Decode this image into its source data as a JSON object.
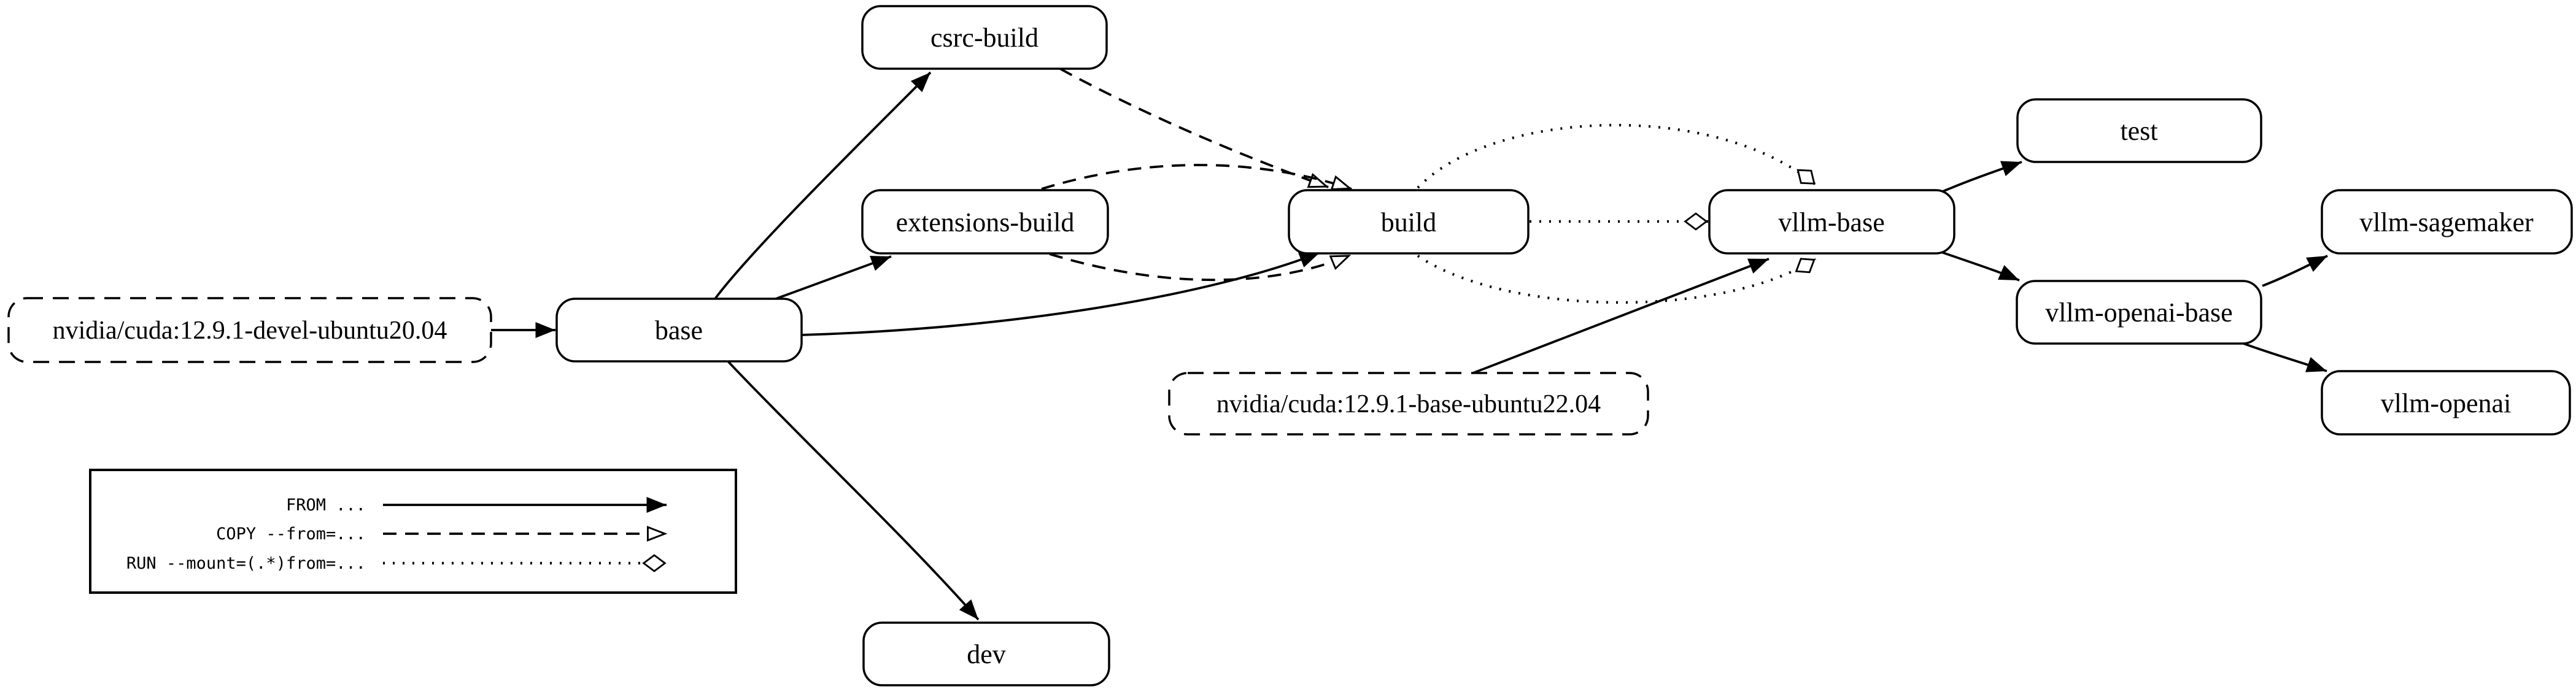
{
  "diagram": {
    "type": "dockerfile-build-stage-graph",
    "colors": {
      "background": "#ffffff",
      "stroke": "#000000",
      "node_fill": "#ffffff",
      "highlight_fill": "#e6e6e6"
    },
    "nodes": {
      "cuda_devel": {
        "label": "nvidia/cuda:12.9.1-devel-ubuntu20.04",
        "style": "dashed"
      },
      "base": {
        "label": "base",
        "style": "solid"
      },
      "csrc_build": {
        "label": "csrc-build",
        "style": "solid"
      },
      "extensions_build": {
        "label": "extensions-build",
        "style": "solid"
      },
      "build": {
        "label": "build",
        "style": "solid"
      },
      "cuda_base": {
        "label": "nvidia/cuda:12.9.1-base-ubuntu22.04",
        "style": "dashed"
      },
      "vllm_base": {
        "label": "vllm-base",
        "style": "solid"
      },
      "test": {
        "label": "test",
        "style": "solid"
      },
      "vllm_sagemaker": {
        "label": "vllm-sagemaker",
        "style": "solid"
      },
      "vllm_openai_base": {
        "label": "vllm-openai-base",
        "style": "solid"
      },
      "vllm_openai": {
        "label": "vllm-openai",
        "style": "solid",
        "fill": "#e6e6e6"
      },
      "dev": {
        "label": "dev",
        "style": "solid"
      }
    },
    "edges": [
      {
        "from": "nvidia/cuda:12.9.1-devel-ubuntu20.04",
        "to": "base",
        "type": "FROM"
      },
      {
        "from": "base",
        "to": "csrc-build",
        "type": "FROM"
      },
      {
        "from": "base",
        "to": "extensions-build",
        "type": "FROM"
      },
      {
        "from": "base",
        "to": "build",
        "type": "FROM"
      },
      {
        "from": "base",
        "to": "dev",
        "type": "FROM"
      },
      {
        "from": "csrc-build",
        "to": "build",
        "type": "COPY --from="
      },
      {
        "from": "extensions-build",
        "to": "build",
        "type": "COPY --from="
      },
      {
        "from": "extensions-build",
        "to": "build",
        "type": "COPY --from="
      },
      {
        "from": "build",
        "to": "vllm-base",
        "type": "RUN --mount=(.*)from="
      },
      {
        "from": "build",
        "to": "vllm-base",
        "type": "RUN --mount=(.*)from="
      },
      {
        "from": "build",
        "to": "vllm-base",
        "type": "RUN --mount=(.*)from="
      },
      {
        "from": "nvidia/cuda:12.9.1-base-ubuntu22.04",
        "to": "vllm-base",
        "type": "FROM"
      },
      {
        "from": "vllm-base",
        "to": "test",
        "type": "FROM"
      },
      {
        "from": "vllm-base",
        "to": "vllm-openai-base",
        "type": "FROM"
      },
      {
        "from": "vllm-openai-base",
        "to": "vllm-sagemaker",
        "type": "FROM"
      },
      {
        "from": "vllm-openai-base",
        "to": "vllm-openai",
        "type": "FROM"
      }
    ],
    "legend": {
      "items": [
        {
          "label": "FROM ...",
          "line": "solid",
          "arrowhead": "filled-triangle"
        },
        {
          "label": "COPY --from=...",
          "line": "dashed",
          "arrowhead": "open-triangle"
        },
        {
          "label": "RUN --mount=(.*)from=...",
          "line": "dotted",
          "arrowhead": "open-diamond"
        }
      ]
    }
  }
}
